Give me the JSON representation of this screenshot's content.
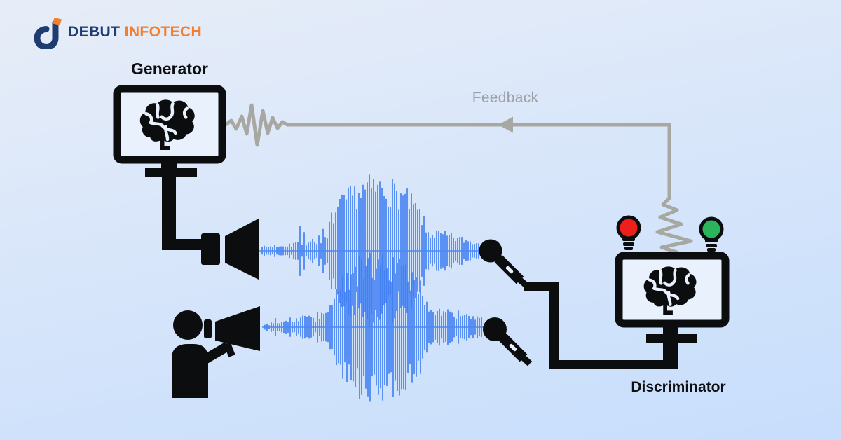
{
  "logo": {
    "brand_primary": "DEBUT",
    "brand_secondary": "INFOTECH"
  },
  "labels": {
    "generator": "Generator",
    "discriminator": "Discriminator",
    "feedback": "Feedback"
  },
  "icons": {
    "brand_logo_icon": "stylized letter d with orange spark",
    "generator_monitor_icon": "monitor with brain",
    "discriminator_monitor_icon": "monitor with brain",
    "speaker_icon": "horn loudspeaker",
    "megaphone_person_icon": "person speaking into megaphone",
    "microphone_top_icon": "microphone",
    "microphone_bottom_icon": "microphone",
    "red_bulb_icon": "red light bulb",
    "green_bulb_icon": "green light bulb",
    "feedback_arrow_icon": "left arrowhead",
    "generated_voice_waveform": "blue audio waveform",
    "real_voice_waveform": "blue audio waveform"
  },
  "colors": {
    "background_top": "#e7edf8",
    "background_mid": "#d8e6fa",
    "background_bottom": "#c7defc",
    "icon_black": "#0c0d0f",
    "line_gray": "#a8a8a3",
    "feedback_text": "#9da0a6",
    "waveform_blue": "#3e7ef2",
    "bulb_red": "#ee1e1a",
    "bulb_green": "#2cb45a",
    "screen_fill": "#e9f1fd",
    "logo_navy": "#1e3b72",
    "logo_orange": "#f57e2a",
    "label_dark": "#0e0f12"
  }
}
